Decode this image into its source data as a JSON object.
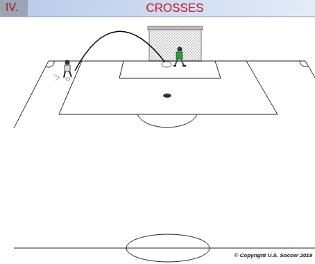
{
  "diagram": {
    "title": "CROSSES",
    "labels": [
      "IV.",
      "© Copyright U.S. Soccer 2019"
    ]
  }
}
